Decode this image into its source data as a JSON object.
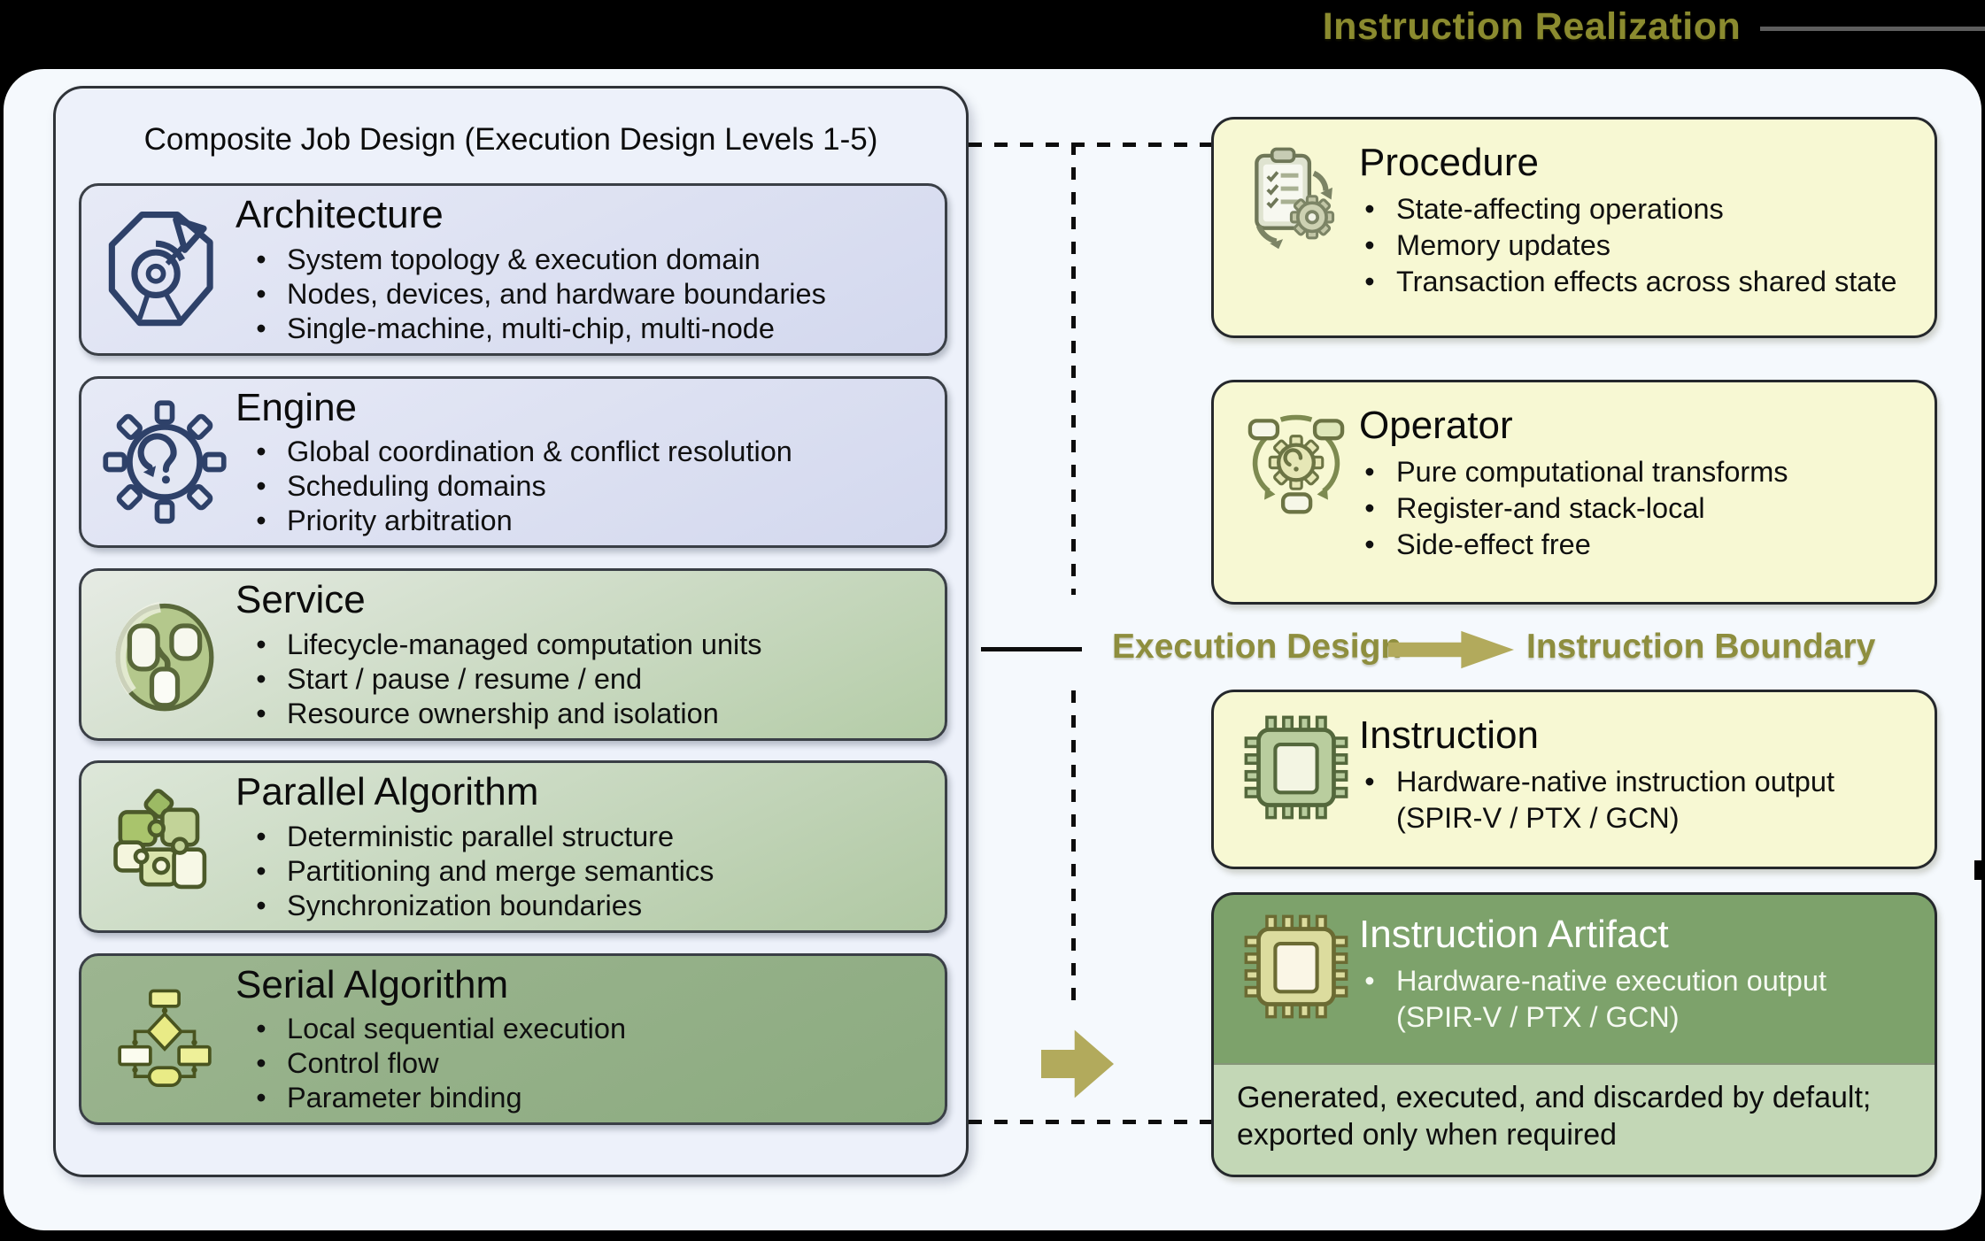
{
  "page": {
    "title": "Instruction Realization",
    "colors": {
      "olive_text": "#8e8e3e",
      "arrow_khaki": "#b2aa5c",
      "canvas_bg": "#f5f9fd",
      "left_panel_bg": "#edf1fa",
      "blue_box_bg": "#d9ddf0",
      "green_box_bg": "#b4cca7",
      "dark_green_box_bg": "#8cab80",
      "yellow_box_bg": "#f7f8d3",
      "artifact_top_bg": "#7da26b",
      "artifact_note_bg": "#c3d7b6"
    }
  },
  "left_panel": {
    "header": "Composite Job Design (Execution Design Levels 1-5)",
    "boxes": [
      {
        "title": "Architecture",
        "icon": "architecture-icon",
        "bullets": [
          "System topology & execution domain",
          "Nodes, devices, and hardware boundaries",
          "Single-machine, multi-chip, multi-node"
        ]
      },
      {
        "title": "Engine",
        "icon": "engine-gear-icon",
        "bullets": [
          "Global coordination & conflict resolution",
          "Scheduling domains",
          "Priority arbitration"
        ]
      },
      {
        "title": "Service",
        "icon": "service-lifecycle-icon",
        "bullets": [
          "Lifecycle-managed computation units",
          "Start / pause / resume / end",
          "Resource ownership and isolation"
        ]
      },
      {
        "title": "Parallel Algorithm",
        "icon": "parallel-puzzle-icon",
        "bullets": [
          "Deterministic parallel structure",
          "Partitioning and merge semantics",
          "Synchronization boundaries"
        ]
      },
      {
        "title": "Serial Algorithm",
        "icon": "serial-flowchart-icon",
        "bullets": [
          "Local sequential execution",
          "Control flow",
          "Parameter binding"
        ]
      }
    ]
  },
  "right_panel": {
    "boxes": [
      {
        "title": "Procedure",
        "icon": "procedure-clipboard-gear-icon",
        "bullets": [
          "State-affecting operations",
          "Memory updates",
          "Transaction effects across shared state"
        ]
      },
      {
        "title": "Operator",
        "icon": "operator-gear-cycle-icon",
        "bullets": [
          "Pure computational transforms",
          "Register-and stack-local",
          "Side-effect free"
        ]
      },
      {
        "title": "Instruction",
        "icon": "instruction-chip-icon",
        "bullets": [
          "Hardware-native instruction output (SPIR-V / PTX / GCN)"
        ]
      },
      {
        "title": "Instruction Artifact",
        "icon": "instruction-artifact-chip-icon",
        "bullets": [
          "Hardware-native execution output (SPIR-V / PTX / GCN)"
        ],
        "note": "Generated, executed, and discarded by default; exported only when required"
      }
    ]
  },
  "boundary": {
    "left_label": "Execution Design",
    "right_label": "Instruction Boundary"
  }
}
